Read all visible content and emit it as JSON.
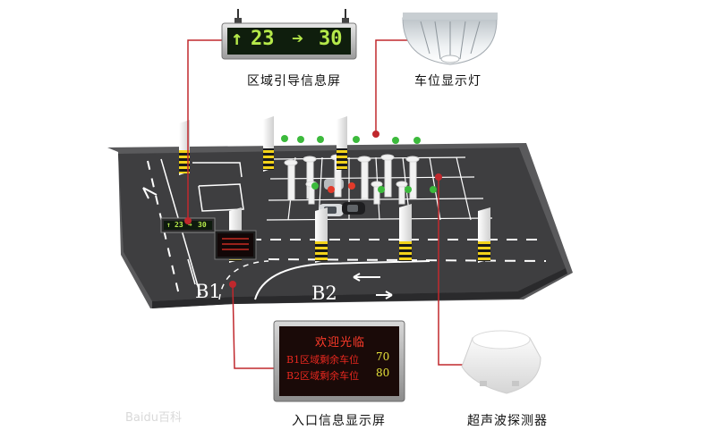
{
  "guidance_sign": {
    "left_arrow": "↑",
    "left_count": "23",
    "right_arrow": "➔",
    "right_count": "30"
  },
  "captions": {
    "guidance_screen": "区域引导信息屏",
    "indicator_light": "车位显示灯",
    "entrance_screen": "入口信息显示屏",
    "ultrasonic_detector": "超声波探测器"
  },
  "entrance_screen": {
    "title": "欢迎光临",
    "rows": [
      {
        "label": "B1区域剩余车位",
        "value": "70"
      },
      {
        "label": "B2区域剩余车位",
        "value": "80"
      }
    ]
  },
  "floor_labels": {
    "b1": "B1",
    "b2": "B2"
  },
  "watermark": "Baidu百科",
  "colors": {
    "floor": "#3e3e40",
    "floor_edge": "#5a5a5c",
    "callout_line": "#c0282d",
    "led_text": "#b5e94a",
    "entrance_text": "#e9281f",
    "entrance_value": "#e6e23a"
  }
}
